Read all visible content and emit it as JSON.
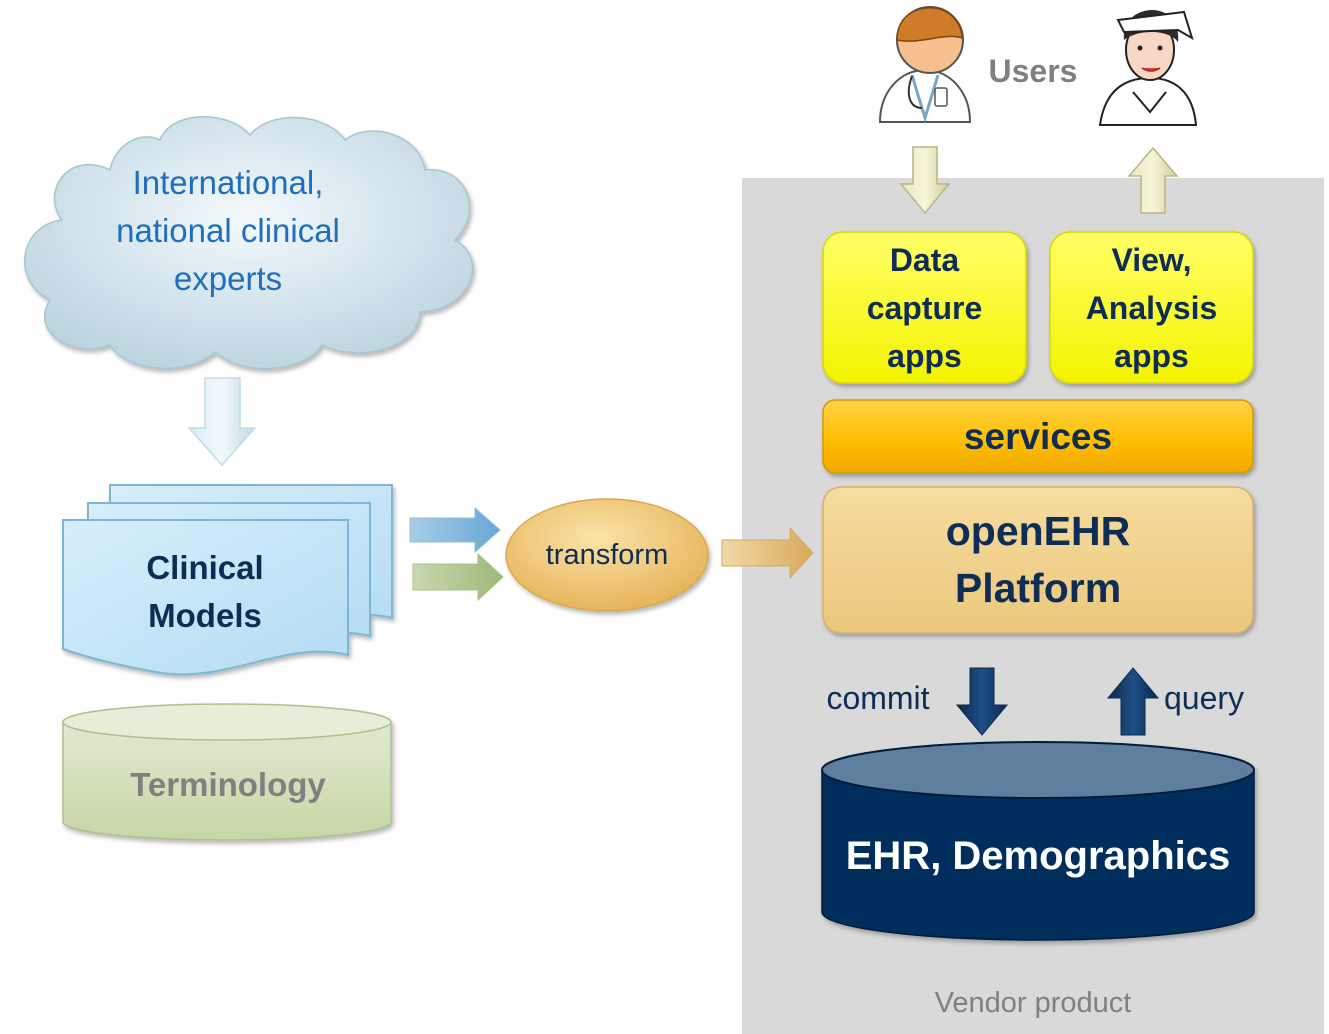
{
  "cloud": {
    "text": "International,\nnational clinical\nexperts"
  },
  "clinical_models": {
    "text": "Clinical\nModels"
  },
  "terminology": {
    "text": "Terminology"
  },
  "transform": {
    "text": "transform"
  },
  "users": {
    "text": "Users"
  },
  "data_capture": {
    "text": "Data\ncapture\napps"
  },
  "view_analysis": {
    "text": "View,\nAnalysis\napps"
  },
  "services": {
    "text": "services"
  },
  "platform": {
    "text": "openEHR\nPlatform"
  },
  "commit": {
    "text": "commit"
  },
  "query": {
    "text": "query"
  },
  "ehr": {
    "text": "EHR, Demographics"
  },
  "vendor": {
    "text": "Vendor product"
  },
  "colors": {
    "cloud_text": "#1f6fbf",
    "dark_navy": "#0d2d55",
    "yellow_box": "#ffff33",
    "orange_bar": "#ffc000",
    "tan_box": "#f0cf8a",
    "terminology": "#d3e0b8",
    "vendor_bg": "#d9d9d9",
    "ehr_db": "#002e5c"
  }
}
